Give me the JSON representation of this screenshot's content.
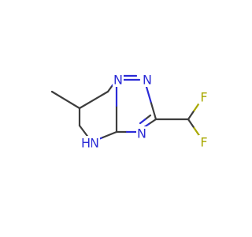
{
  "molecule": {
    "colors": {
      "carbon_bond": "#3d3d3d",
      "nitrogen": "#2b2bd6",
      "fluorine": "#a8a800"
    },
    "labels": {
      "n1": "N",
      "n2": "N",
      "n3": "N",
      "nh": "N",
      "h": "H",
      "f1": "F",
      "f2": "F"
    }
  }
}
